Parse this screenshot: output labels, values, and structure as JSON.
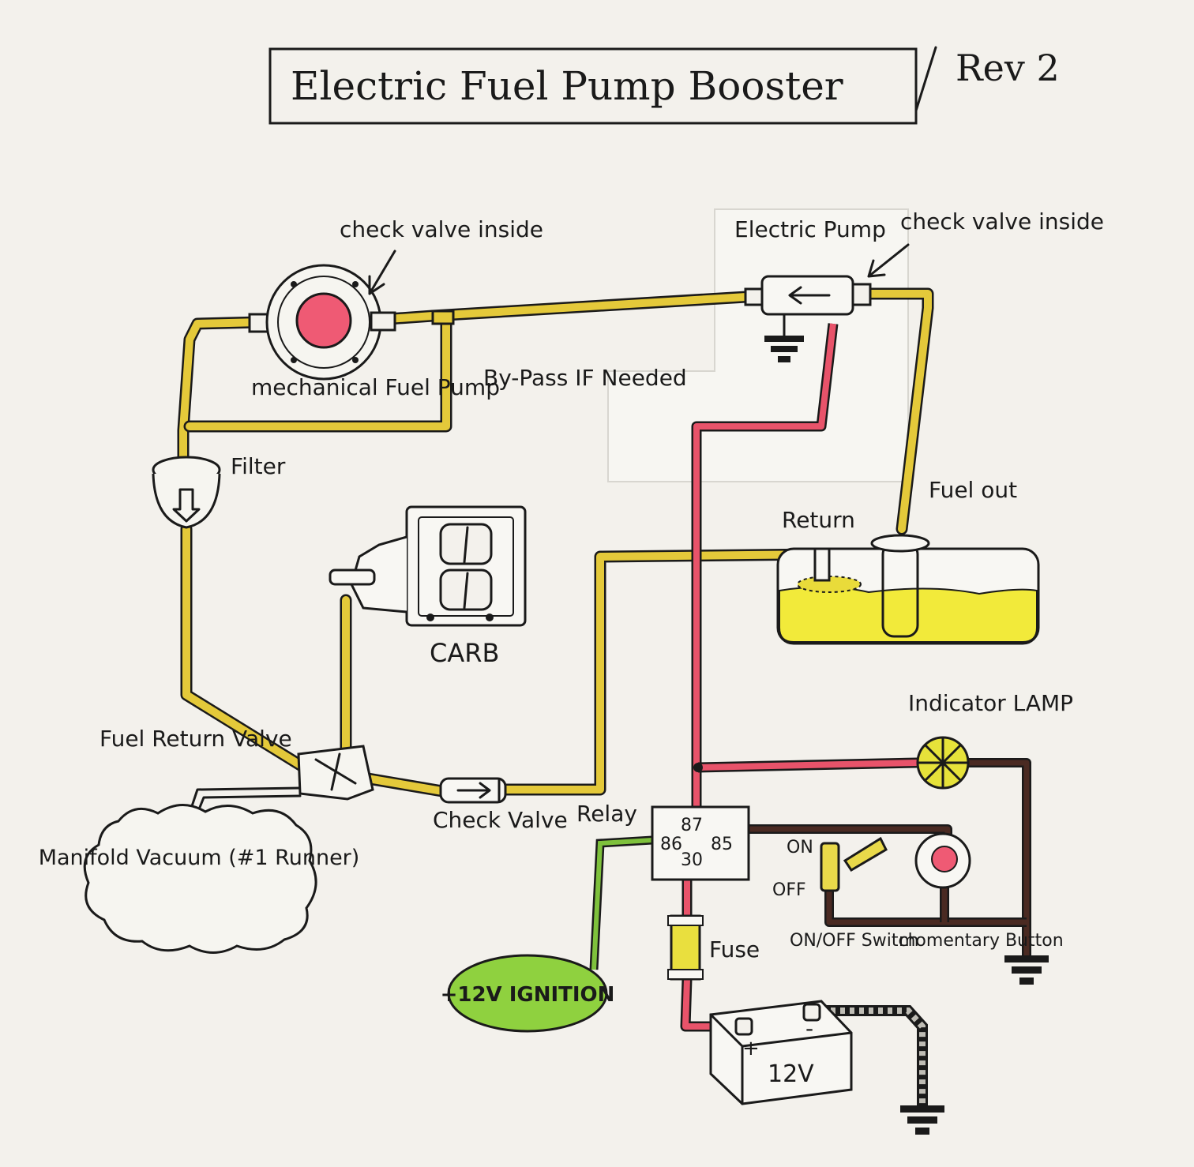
{
  "title": "Electric Fuel Pump Booster",
  "revision": "Rev 2",
  "labels": {
    "check_valve_inside_1": "check valve inside",
    "mechanical_fuel_pump": "mechanical Fuel Pump",
    "bypass": "By-Pass IF Needed",
    "electric_pump": "Electric Pump",
    "check_valve_inside_2": "check valve inside",
    "filter": "Filter",
    "fuel_out": "Fuel out",
    "return": "Return",
    "carb": "CARB",
    "fuel_return_valve": "Fuel Return Valve",
    "check_valve": "Check Valve",
    "manifold_vacuum": "Manifold Vacuum (#1 Runner)",
    "indicator_lamp": "Indicator LAMP",
    "relay": "Relay",
    "relay_pin_87": "87",
    "relay_pin_86": "86",
    "relay_pin_85": "85",
    "relay_pin_30": "30",
    "on": "ON",
    "off": "OFF",
    "on_off_switch": "ON/OFF Switch",
    "momentary_button": "momentary Button",
    "fuse": "Fuse",
    "ignition": "+12V IGNITION",
    "battery": "12V",
    "battery_plus": "+",
    "battery_minus": "-"
  },
  "colors": {
    "fuel_line": "#e4c93a",
    "fuel_tank": "#f2ea3a",
    "power_wire": "#e8536a",
    "ground_wire": "#4a2a22",
    "ignition_wire": "#7ec13c",
    "ignition_badge": "#8fd13f",
    "lamp": "#e6e23a"
  }
}
